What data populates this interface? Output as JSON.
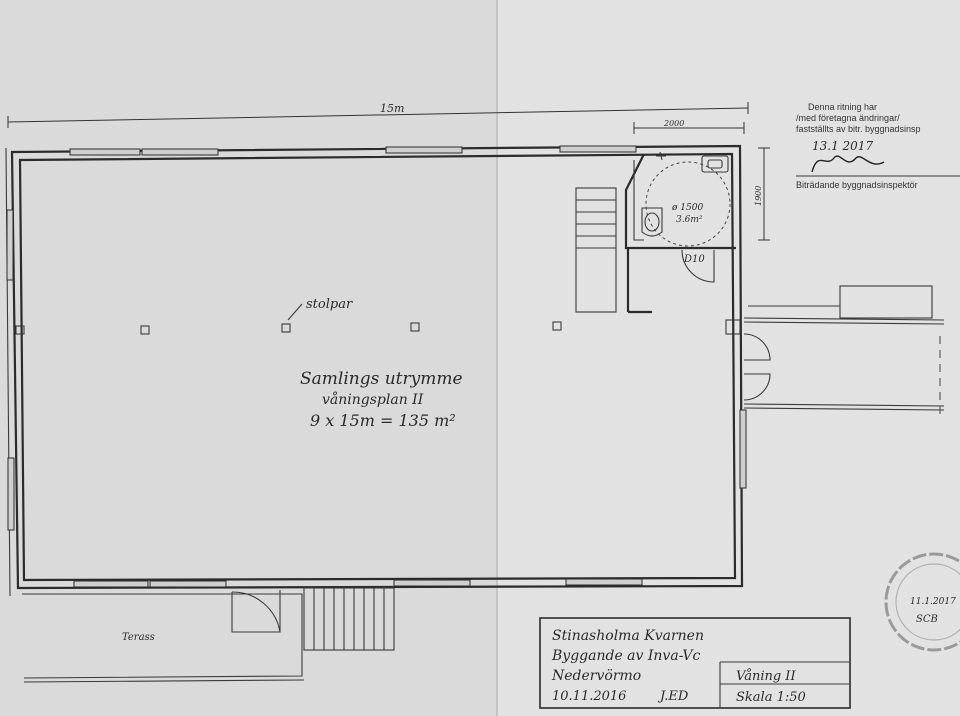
{
  "dimensions": {
    "overall_width": "15m",
    "bath_width": "2000",
    "bath_depth": "1900"
  },
  "approval_stamp": {
    "line1": "Denna ritning har",
    "line2": "/med företagna ändringar/",
    "line3": "fastställts av bitr. byggnadsinsp",
    "date": "13.1 2017",
    "title": "Biträdande byggnadsinspektör"
  },
  "labels": {
    "column_pair": "stolpar",
    "room_name": "Samlings utrymme",
    "floor_plan": "våningsplan II",
    "area": "9 x 15m = 135 m²",
    "turning_circle": "ø 1500",
    "turning_area": "3.6m²",
    "door_tag": "D10",
    "terrace": "Terass"
  },
  "title_block": {
    "project": "Stinasholma  Kvarnen",
    "purpose": "Byggande av Inva-Vc",
    "location": "Nedervörmo",
    "date": "10.11.2016",
    "initials": "J.ED",
    "floor": "Våning II",
    "scale": "Skala 1:50"
  },
  "round_stamp": {
    "date": "11.1.2017",
    "initials": "SCB"
  }
}
